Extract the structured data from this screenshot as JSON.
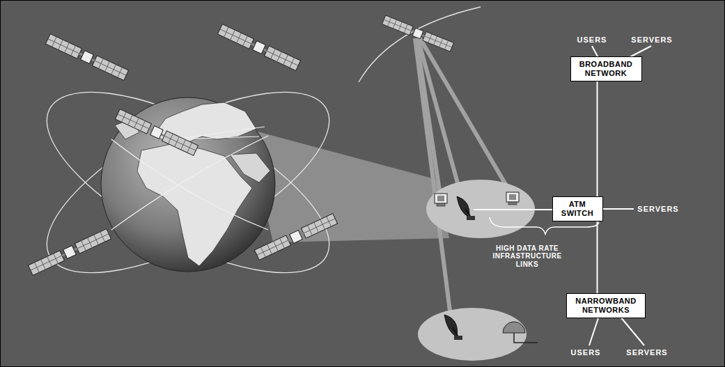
{
  "diagram": {
    "nodes": [
      {
        "text": [
          "BROADBAND NETWORK"
        ]
      },
      {
        "text": [
          "ATM SWITCH"
        ]
      },
      {
        "text": [
          "NARROWBAND NETWORKS"
        ]
      }
    ],
    "edges": [
      {
        "from": 1,
        "to": 0,
        "arrow": "none"
      },
      {
        "from": 1,
        "to": 2,
        "arrow": "none"
      }
    ],
    "labels": [
      "USERS",
      "SERVERS",
      "SERVERS",
      "HIGH DATA RATE INFRASTRUCTURE LINKS",
      "USERS",
      "SERVERS"
    ]
  }
}
